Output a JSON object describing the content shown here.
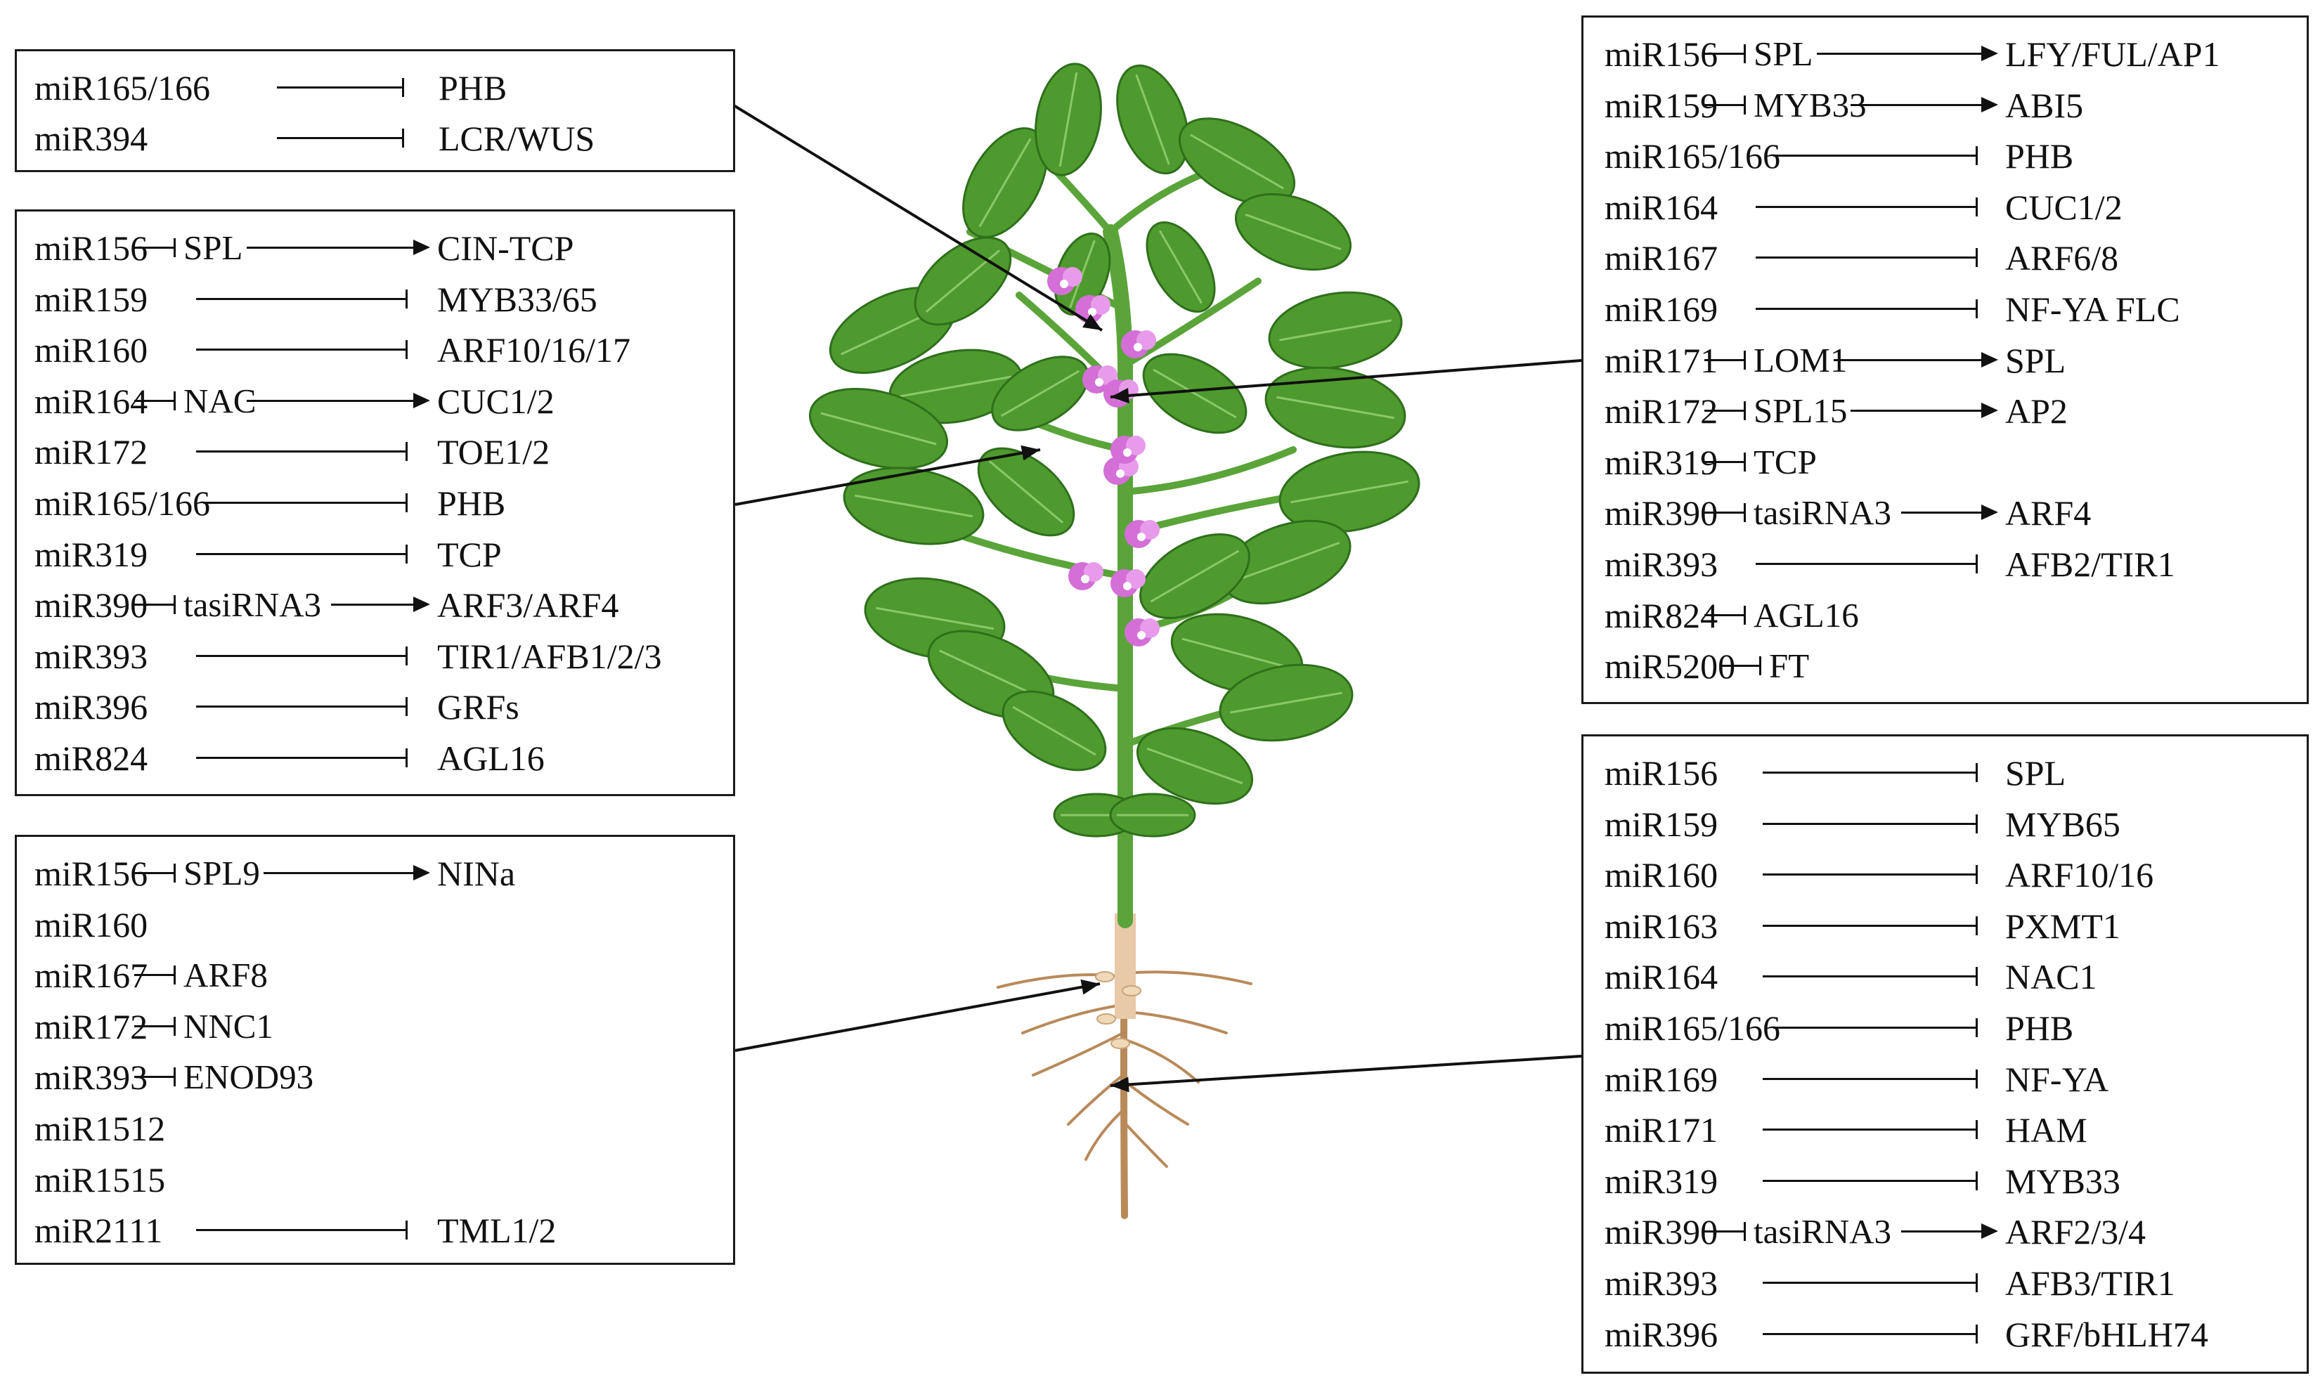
{
  "boxes": [
    {
      "id": "shoot-apex",
      "rows": [
        {
          "mirna": "miR165/166",
          "target": "PHB",
          "arrow": "inhibit"
        },
        {
          "mirna": "miR394",
          "target": "LCR/WUS",
          "arrow": "inhibit"
        }
      ]
    },
    {
      "id": "leaf",
      "rows": [
        {
          "mirna": "miR156",
          "mid": "SPL",
          "target": "CIN-TCP",
          "arrow": "activate"
        },
        {
          "mirna": "miR159",
          "target": "MYB33/65",
          "arrow": "inhibit"
        },
        {
          "mirna": "miR160",
          "target": "ARF10/16/17",
          "arrow": "inhibit"
        },
        {
          "mirna": "miR164",
          "mid": "NAC",
          "target": "CUC1/2",
          "arrow": "activate"
        },
        {
          "mirna": "miR172",
          "target": "TOE1/2",
          "arrow": "inhibit"
        },
        {
          "mirna": "miR165/166",
          "target": "PHB",
          "arrow": "inhibit"
        },
        {
          "mirna": "miR319",
          "target": "TCP",
          "arrow": "inhibit"
        },
        {
          "mirna": "miR390",
          "mid": "tasiRNA3",
          "target": "ARF3/ARF4",
          "arrow": "activate"
        },
        {
          "mirna": "miR393",
          "target": "TIR1/AFB1/2/3",
          "arrow": "inhibit"
        },
        {
          "mirna": "miR396",
          "target": "GRFs",
          "arrow": "inhibit"
        },
        {
          "mirna": "miR824",
          "target": "AGL16",
          "arrow": "inhibit"
        }
      ]
    },
    {
      "id": "nodule",
      "rows": [
        {
          "mirna": "miR156",
          "mid": "SPL9",
          "target": "NINa",
          "arrow": "activate"
        },
        {
          "mirna": "miR160"
        },
        {
          "mirna": "miR167",
          "mid": "ARF8"
        },
        {
          "mirna": "miR172",
          "mid": "NNC1"
        },
        {
          "mirna": "miR393",
          "mid": "ENOD93"
        },
        {
          "mirna": "miR1512"
        },
        {
          "mirna": "miR1515"
        },
        {
          "mirna": "miR2111",
          "target": "TML1/2",
          "arrow": "inhibit"
        }
      ]
    },
    {
      "id": "flower",
      "rows": [
        {
          "mirna": "miR156",
          "mid": "SPL",
          "target": "LFY/FUL/AP1",
          "arrow": "activate"
        },
        {
          "mirna": "miR159",
          "mid": "MYB33",
          "target": "ABI5",
          "arrow": "activate"
        },
        {
          "mirna": "miR165/166",
          "target": "PHB",
          "arrow": "inhibit"
        },
        {
          "mirna": "miR164",
          "target": "CUC1/2",
          "arrow": "inhibit"
        },
        {
          "mirna": "miR167",
          "target": "ARF6/8",
          "arrow": "inhibit"
        },
        {
          "mirna": "miR169",
          "target": "NF-YA FLC",
          "arrow": "inhibit"
        },
        {
          "mirna": "miR171",
          "mid": "LOM1",
          "target": "SPL",
          "arrow": "activate"
        },
        {
          "mirna": "miR172",
          "mid": "SPL15",
          "target": "AP2",
          "arrow": "activate"
        },
        {
          "mirna": "miR319",
          "mid": "TCP"
        },
        {
          "mirna": "miR390",
          "mid": "tasiRNA3",
          "target": "ARF4",
          "arrow": "activate"
        },
        {
          "mirna": "miR393",
          "target": "AFB2/TIR1",
          "arrow": "inhibit"
        },
        {
          "mirna": "miR824",
          "mid": "AGL16"
        },
        {
          "mirna": "miR5200",
          "mid": "FT"
        }
      ]
    },
    {
      "id": "root",
      "rows": [
        {
          "mirna": "miR156",
          "target": "SPL",
          "arrow": "inhibit"
        },
        {
          "mirna": "miR159",
          "target": "MYB65",
          "arrow": "inhibit"
        },
        {
          "mirna": "miR160",
          "target": "ARF10/16",
          "arrow": "inhibit"
        },
        {
          "mirna": "miR163",
          "target": "PXMT1",
          "arrow": "inhibit"
        },
        {
          "mirna": "miR164",
          "target": "NAC1",
          "arrow": "inhibit"
        },
        {
          "mirna": "miR165/166",
          "target": "PHB",
          "arrow": "inhibit"
        },
        {
          "mirna": "miR169",
          "target": "NF-YA",
          "arrow": "inhibit"
        },
        {
          "mirna": "miR171",
          "target": "HAM",
          "arrow": "inhibit"
        },
        {
          "mirna": "miR319",
          "target": "MYB33",
          "arrow": "inhibit"
        },
        {
          "mirna": "miR390",
          "mid": "tasiRNA3",
          "target": "ARF2/3/4",
          "arrow": "activate"
        },
        {
          "mirna": "miR393",
          "target": "AFB3/TIR1",
          "arrow": "inhibit"
        },
        {
          "mirna": "miR396",
          "target": "GRF/bHLH74",
          "arrow": "inhibit"
        }
      ]
    }
  ],
  "colors": {
    "leaf": "#4e9a2e",
    "leaf_dark": "#2f6f1c",
    "stem": "#5aa43a",
    "flower": "#d36fd6",
    "root": "#b88a5a",
    "hypocotyl": "#e8c9a8"
  }
}
